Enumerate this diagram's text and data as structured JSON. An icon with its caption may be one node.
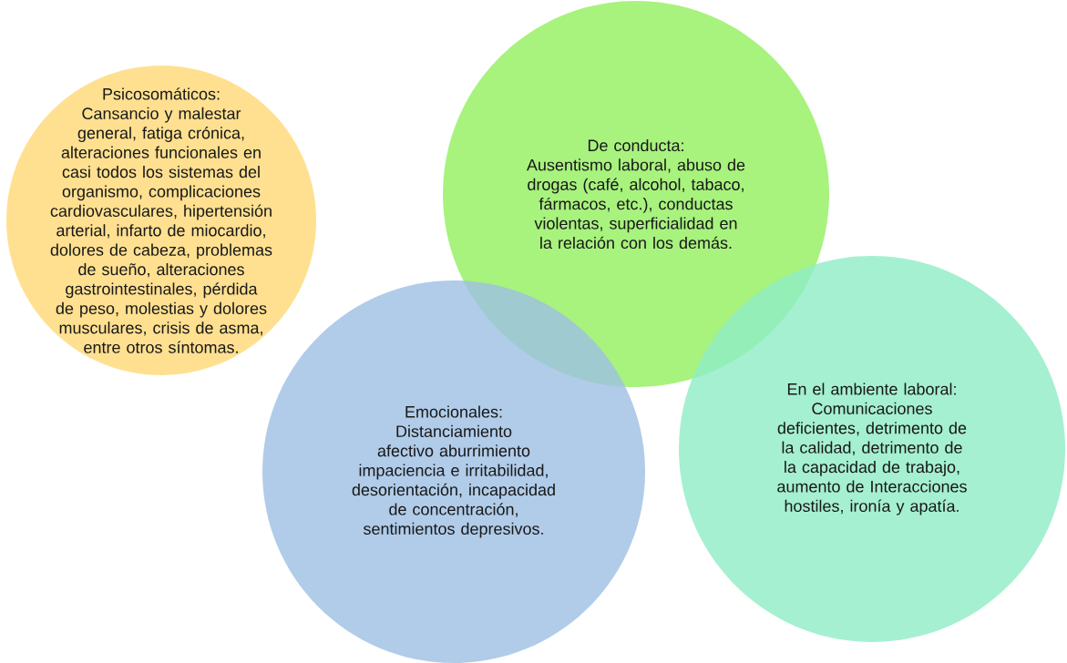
{
  "diagram": {
    "nodes": [
      {
        "text": [
          "Psicosomáticos:",
          "Cansancio y malestar general, fatiga crónica, alteraciones funcionales en casi todos los sistemas del organismo, complicaciones cardiovasculares, hipertensión arterial, infarto de miocardio, dolores de cabeza, problemas de sueño, alteraciones gastrointestinales, pérdida de peso, molestias y dolores musculares, crisis de asma, entre otros síntomas."
        ]
      },
      {
        "text": [
          "De conducta:",
          "Ausentismo laboral, abuso de drogas (café, alcohol, tabaco, fármacos, etc.), conductas violentas, superficialidad en la relación con los demás."
        ]
      },
      {
        "text": [
          "Emocionales:",
          "Distanciamiento afectivo aburrimiento impaciencia e irritabilidad, desorientación, incapacidad de concentración, sentimientos depresivos."
        ]
      },
      {
        "text": [
          "En el ambiente laboral:",
          "Comunicaciones deficientes, detrimento de la calidad, detrimento de la capacidad de trabajo, aumento de Interacciones hostiles, ironía y apatía."
        ]
      }
    ]
  }
}
